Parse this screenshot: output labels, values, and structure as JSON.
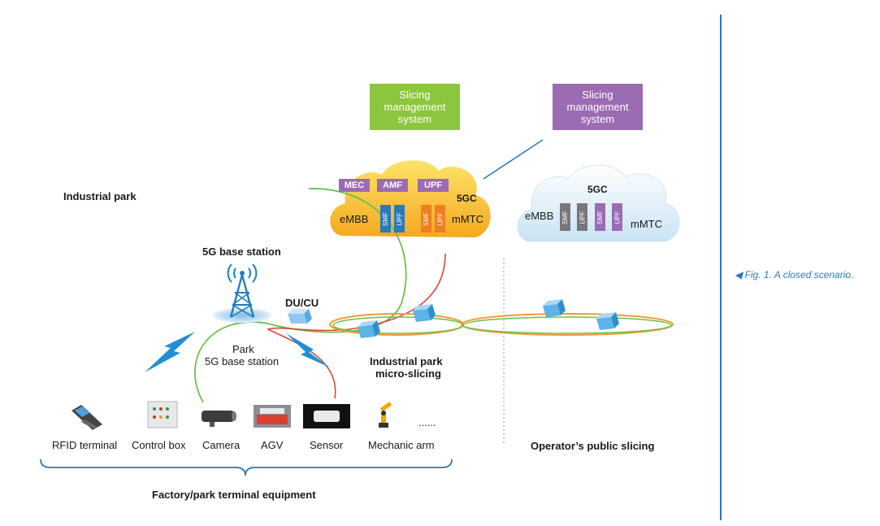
{
  "labels": {
    "industrial_park": "Industrial park",
    "base_station": "5G base station",
    "du_cu": "DU/CU",
    "park_bs_line1": "Park",
    "park_bs_line2": "5G base station",
    "micro_slicing_line1": "Industrial park",
    "micro_slicing_line2": "micro-slicing",
    "public_slicing": "Operator’s public slicing",
    "factory_equipment": "Factory/park terminal equipment",
    "caption": "◀ Fig. 1. A closed scenario."
  },
  "mgmt_left": {
    "line1": "Slicing",
    "line2": "management",
    "line3": "system",
    "color": "#8cc63e"
  },
  "mgmt_right": {
    "line1": "Slicing",
    "line2": "management",
    "line3": "system",
    "color": "#9b6bb4"
  },
  "cloud_left": {
    "title": "5GC",
    "left_label": "eMBB",
    "right_label": "mMTC",
    "top_tags": [
      "MEC",
      "AMF",
      "UPF"
    ],
    "vtags": [
      "SMF",
      "UPF",
      "SMF",
      "UPF"
    ]
  },
  "cloud_right": {
    "title": "5GC",
    "left_label": "eMBB",
    "right_label": "mMTC",
    "vtags": [
      "SMF",
      "UPF",
      "SMF",
      "UPF"
    ]
  },
  "terminals": [
    "RFID terminal",
    "Control box",
    "Camera",
    "AGV",
    "Sensor",
    "Mechanic arm"
  ],
  "terminal_more": "......",
  "colors": {
    "accent_blue": "#2a7ab9",
    "green_line": "#6cbf4e",
    "red_line": "#d9483b",
    "orange_ring": "#f29b2c"
  }
}
